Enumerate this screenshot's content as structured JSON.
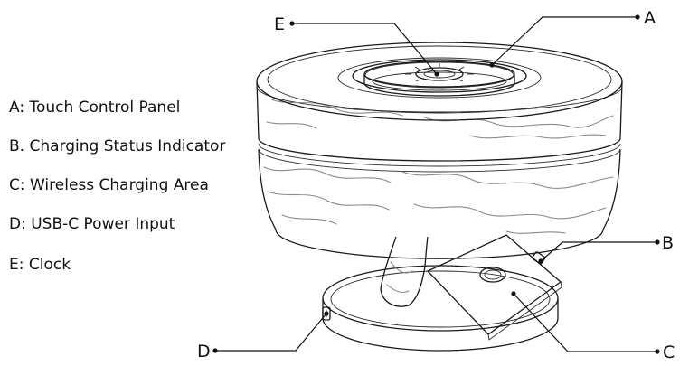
{
  "legend": [
    {
      "key": "A",
      "text": "A: Touch Control Panel"
    },
    {
      "key": "B",
      "text": "B. Charging Status Indicator"
    },
    {
      "key": "C",
      "text": "C: Wireless Charging Area"
    },
    {
      "key": "D",
      "text": "D: USB-C Power Input"
    },
    {
      "key": "E",
      "text": "E: Clock"
    }
  ],
  "callouts": {
    "A": "A",
    "B": "B",
    "C": "C",
    "D": "D",
    "E": "E"
  },
  "icons": {
    "device": "lamp-charger-illustration",
    "touch_panel": "touch-panel-icon",
    "clock": "clock-icon",
    "charging_pad": "charging-pad-icon",
    "status_light": "status-light-icon",
    "usb_port": "usb-port-icon"
  },
  "colors": {
    "ink": "#1a1a1a",
    "grain": "#8a8a8a",
    "background": "#ffffff"
  }
}
